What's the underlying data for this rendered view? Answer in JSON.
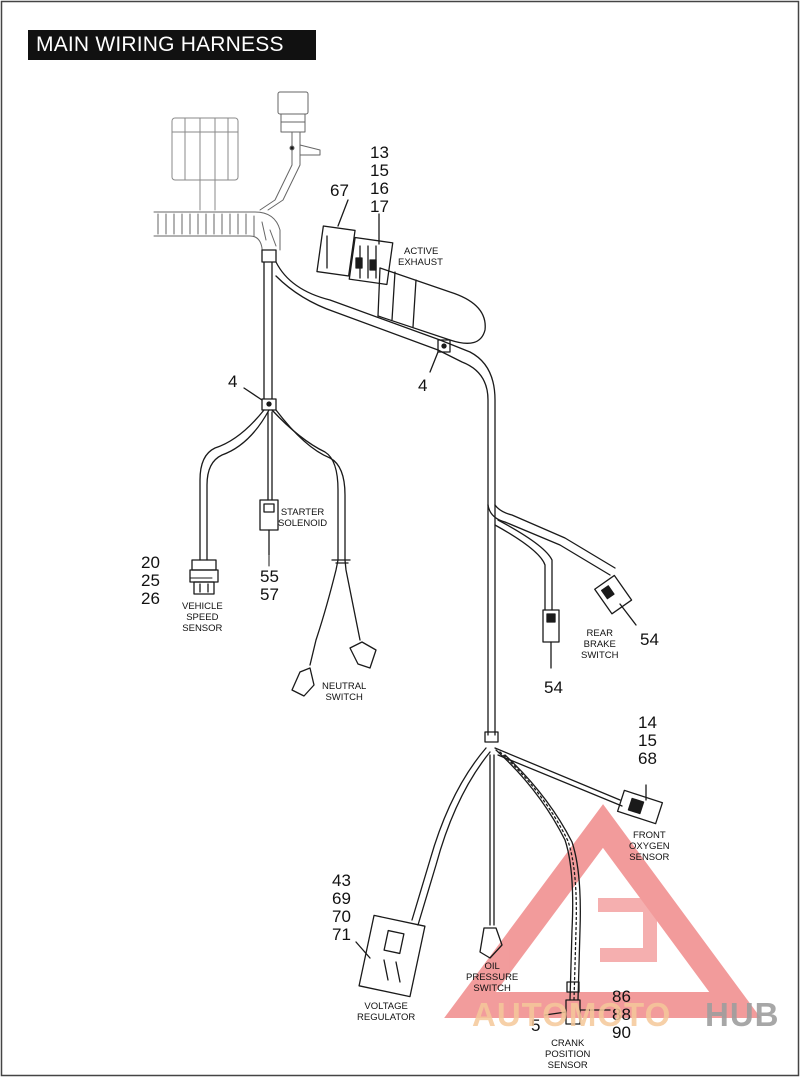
{
  "title": "MAIN WIRING HARNESS",
  "callouts": {
    "c67": "67",
    "c13": "13",
    "c15": "15",
    "c16": "16",
    "c17": "17",
    "c4_left": "4",
    "c4_center": "4",
    "c20": "20",
    "c25": "25",
    "c26": "26",
    "c55": "55",
    "c57": "57",
    "c54_left": "54",
    "c54_right": "54",
    "c14": "14",
    "c15b": "15",
    "c68": "68",
    "c43": "43",
    "c69": "69",
    "c70": "70",
    "c71": "71",
    "c5": "5",
    "c86": "86",
    "c88": "88",
    "c90": "90"
  },
  "labels": {
    "active_exhaust_1": "ACTIVE",
    "active_exhaust_2": "EXHAUST",
    "starter_1": "STARTER",
    "starter_2": "SOLENOID",
    "vss_1": "VEHICLE",
    "vss_2": "SPEED",
    "vss_3": "SENSOR",
    "neutral_1": "NEUTRAL",
    "neutral_2": "SWITCH",
    "rear_brake_1": "REAR",
    "rear_brake_2": "BRAKE",
    "rear_brake_3": "SWITCH",
    "front_o2_1": "FRONT",
    "front_o2_2": "OXYGEN",
    "front_o2_3": "SENSOR",
    "vreg_1": "VOLTAGE",
    "vreg_2": "REGULATOR",
    "oil_1": "OIL",
    "oil_2": "PRESSURE",
    "oil_3": "SWITCH",
    "crank_1": "CRANK",
    "crank_2": "POSITION",
    "crank_3": "SENSOR"
  },
  "watermark": {
    "text_colored": "AUTOMOTO",
    "text_gray": "HUB",
    "color_accent": "#e84a4a",
    "color_orange": "#f5b06b",
    "color_gray": "#9e9e9e"
  },
  "colors": {
    "line": "#1a1a1a",
    "title_bg": "#111111",
    "title_fg": "#ffffff"
  }
}
